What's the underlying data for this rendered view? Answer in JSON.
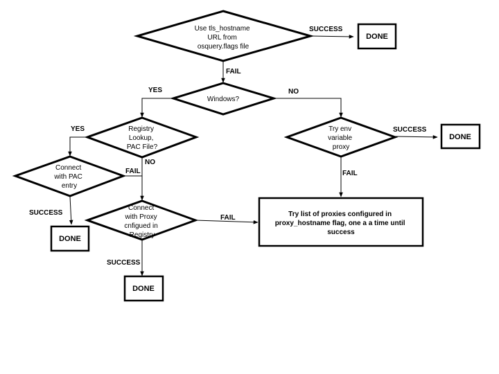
{
  "nodes": {
    "use_tls_hostname": {
      "lines": [
        "Use tls_hostname",
        "URL from",
        "osquery.flags file"
      ]
    },
    "done_top": {
      "lines": [
        "DONE"
      ]
    },
    "windows": {
      "lines": [
        "Windows?"
      ]
    },
    "registry_lookup": {
      "lines": [
        "Registry",
        "Lookup,",
        "PAC File?"
      ]
    },
    "try_env_proxy": {
      "lines": [
        "Try env",
        "variable",
        "proxy"
      ]
    },
    "done_env": {
      "lines": [
        "DONE"
      ]
    },
    "connect_pac": {
      "lines": [
        "Connect",
        "with PAC",
        "entry"
      ]
    },
    "connect_registry_proxy": {
      "lines": [
        "Connect",
        "with Proxy",
        "cnfigued in",
        "Registry"
      ]
    },
    "try_proxy_list": {
      "lines": [
        "Try list of proxies configured in",
        "proxy_hostname flag, one a a time until",
        "success"
      ]
    },
    "done_pac": {
      "lines": [
        "DONE"
      ]
    },
    "done_registry": {
      "lines": [
        "DONE"
      ]
    }
  },
  "edge_labels": {
    "tls_success": "SUCCESS",
    "tls_fail": "FAIL",
    "windows_yes": "YES",
    "windows_no": "NO",
    "registry_yes": "YES",
    "registry_no": "NO",
    "env_success": "SUCCESS",
    "env_fail": "FAIL",
    "pac_fail": "FAIL",
    "pac_success": "SUCCESS",
    "registry_proxy_fail": "FAIL",
    "registry_proxy_success": "SUCCESS"
  }
}
